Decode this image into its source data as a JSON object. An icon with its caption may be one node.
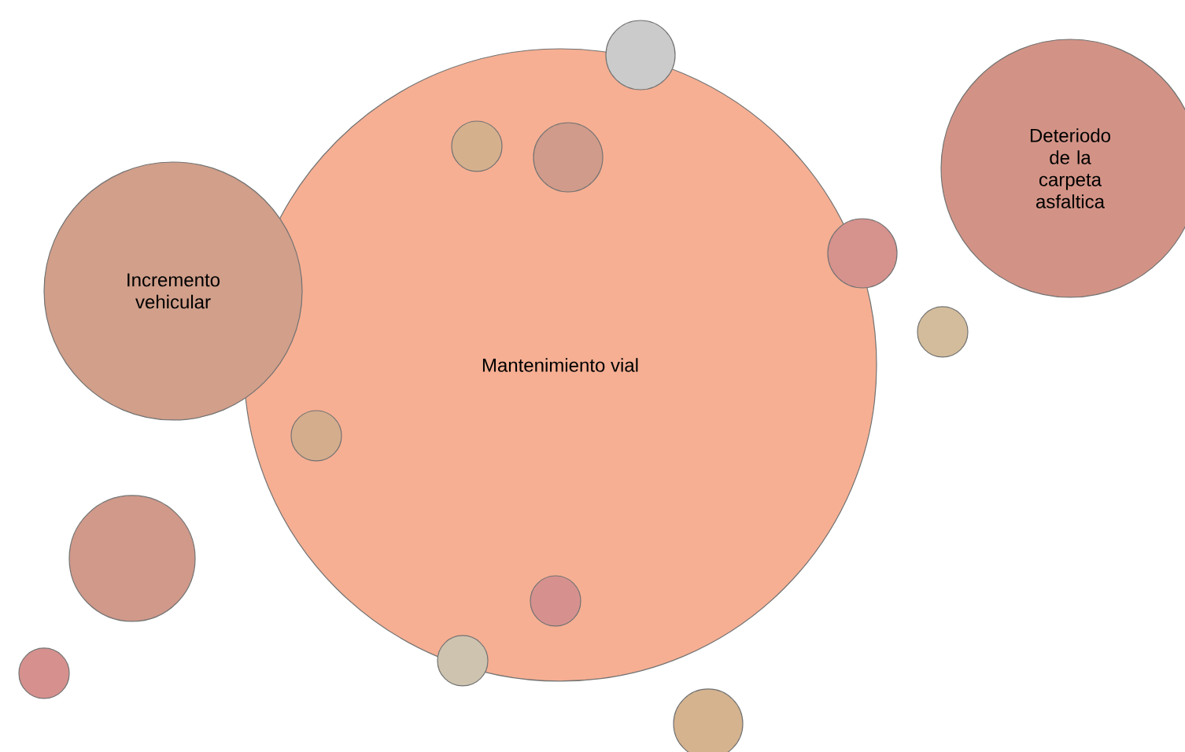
{
  "diagram": {
    "nodes": [
      {
        "text": [],
        "shape": "circle"
      },
      {
        "text": [
          "Mantenimiento vial"
        ]
      },
      {
        "text": [],
        "shape": "circle",
        "in": 1
      },
      {
        "text": [],
        "shape": "circle",
        "in": 1
      },
      {
        "text": [
          "Deteriodo de la carpeta asfaltica"
        ]
      },
      {
        "text": [
          "Incremento vehicular"
        ]
      },
      {
        "text": [],
        "shape": "circle"
      },
      {
        "text": [],
        "shape": "circle"
      },
      {
        "text": [],
        "shape": "circle",
        "in": 1
      },
      {
        "text": [],
        "shape": "circle"
      },
      {
        "text": [],
        "shape": "circle",
        "in": 1
      },
      {
        "text": [],
        "shape": "circle"
      },
      {
        "text": [],
        "shape": "circle"
      },
      {
        "text": [],
        "shape": "circle"
      }
    ]
  }
}
